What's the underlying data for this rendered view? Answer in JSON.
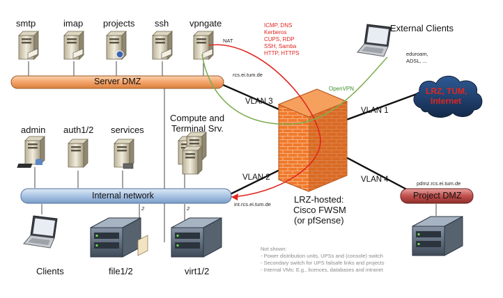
{
  "servers_top": [
    "smtp",
    "imap",
    "projects",
    "ssh",
    "vpngate"
  ],
  "protocols": [
    "ICMP, DNS",
    "Kerberos",
    "CUPS, RDP",
    "SSH, Samba",
    "HTTP, HTTPS"
  ],
  "nat_label": "NAT",
  "external": {
    "title": "External Clients",
    "laptop_note_1": "eduroam,",
    "laptop_note_2": "ADSL, ...",
    "cloud_label_1": "LRZ, TUM,",
    "cloud_label_2": "Internet"
  },
  "openvpn_label": "OpenVPN",
  "dmz": {
    "label": "Server DMZ",
    "host": "rcs.ei.tum.de"
  },
  "vlans": [
    "VLAN 3",
    "VLAN 1",
    "VLAN 2",
    "VLAN 4"
  ],
  "compute_label_1": "Compute and",
  "compute_label_2": "Terminal Srv.",
  "servers_internal": [
    "admin",
    "auth1/2",
    "services"
  ],
  "internal": {
    "label": "Internal network",
    "host": "int.rcs.ei.tum.de"
  },
  "firewall": {
    "line1": "LRZ-hosted:",
    "line2": "Cisco FWSM",
    "line3": "(or pfSense)"
  },
  "project": {
    "label": "Project DMZ",
    "host": "pdmz.rcs.ei.tum.de"
  },
  "bottom": {
    "clients": "Clients",
    "file": "file1/2",
    "virt": "virt1/2",
    "count_file": "2",
    "count_virt": "2"
  },
  "not_shown": [
    "Not shown:",
    "- Power distribution units, UPSs and (console) switch",
    "- Secondary switch for UPS failsafe links and projects",
    "- Internal VMs: E.g., licences, databases and intranet"
  ],
  "colors": {
    "dmz_bar": "#f4a36a",
    "internal_bar": "#a9c4e4",
    "project_bar": "#c0504d",
    "firewall": "#f07a2b",
    "cloud": "#1f3f6e",
    "cloud_text": "#e0261f",
    "red_line": "#e0261f",
    "green_line": "#7fae52"
  }
}
